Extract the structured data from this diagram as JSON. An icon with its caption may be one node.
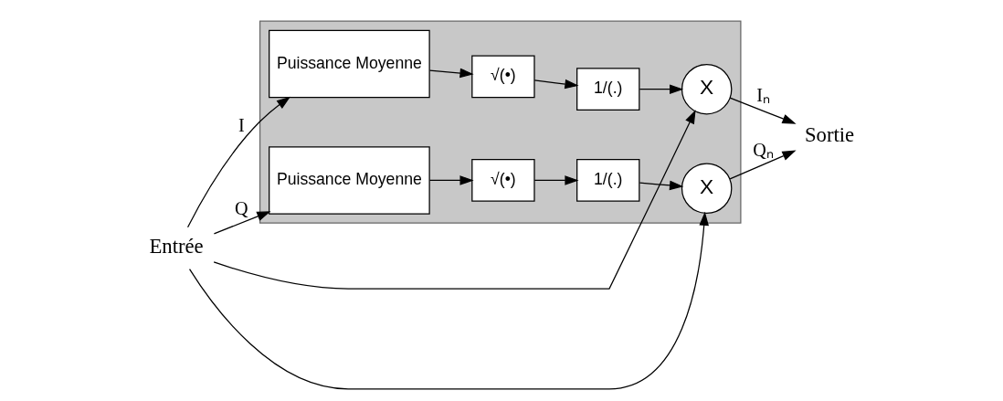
{
  "diagram": {
    "nodes": [
      {
        "text": [
          "Entrée"
        ]
      },
      {
        "text": [],
        "shape": "box"
      },
      {
        "text": [
          "Puissance Moyenne"
        ],
        "in": 1
      },
      {
        "text": [
          "√(•)"
        ],
        "in": 1
      },
      {
        "text": [
          "1/(.)"
        ],
        "in": 1
      },
      {
        "text": [
          "X"
        ],
        "in": 1
      },
      {
        "text": [
          "Puissance Moyenne"
        ],
        "in": 1
      },
      {
        "text": [
          "√(•)"
        ],
        "in": 1
      },
      {
        "text": [
          "1/(.)"
        ],
        "in": 1
      },
      {
        "text": [
          "X"
        ],
        "in": 1
      },
      {
        "text": [
          "Sortie"
        ]
      }
    ],
    "edges": [
      {
        "from": 0,
        "to": 2,
        "arrow": "to",
        "label": "I"
      },
      {
        "from": 0,
        "to": 5,
        "arrow": "to"
      },
      {
        "from": 2,
        "to": 3,
        "arrow": "to"
      },
      {
        "from": 3,
        "to": 4,
        "arrow": "to"
      },
      {
        "from": 4,
        "to": 5,
        "arrow": "to"
      },
      {
        "from": 5,
        "to": 10,
        "arrow": "to",
        "label": "Iₙ"
      },
      {
        "from": 0,
        "to": 6,
        "arrow": "to",
        "label": "Q"
      },
      {
        "from": 0,
        "to": 9,
        "arrow": "to"
      },
      {
        "from": 6,
        "to": 7,
        "arrow": "to"
      },
      {
        "from": 7,
        "to": 8,
        "arrow": "to"
      },
      {
        "from": 8,
        "to": 9,
        "arrow": "to"
      },
      {
        "from": 9,
        "to": 10,
        "arrow": "to",
        "label": "Qₙ"
      }
    ]
  }
}
